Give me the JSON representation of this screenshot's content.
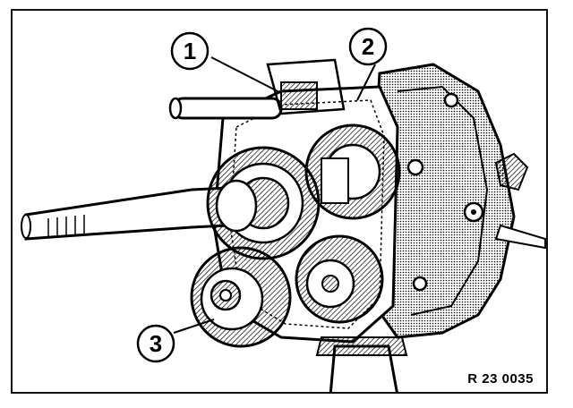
{
  "figure": {
    "reference_code": "R 23 0035",
    "callouts": [
      {
        "id": "callout-1",
        "label": "1"
      },
      {
        "id": "callout-2",
        "label": "2"
      },
      {
        "id": "callout-3",
        "label": "3"
      }
    ]
  },
  "colors": {
    "ink": "#000000",
    "paper": "#ffffff",
    "shade": "#7a7a7a"
  }
}
